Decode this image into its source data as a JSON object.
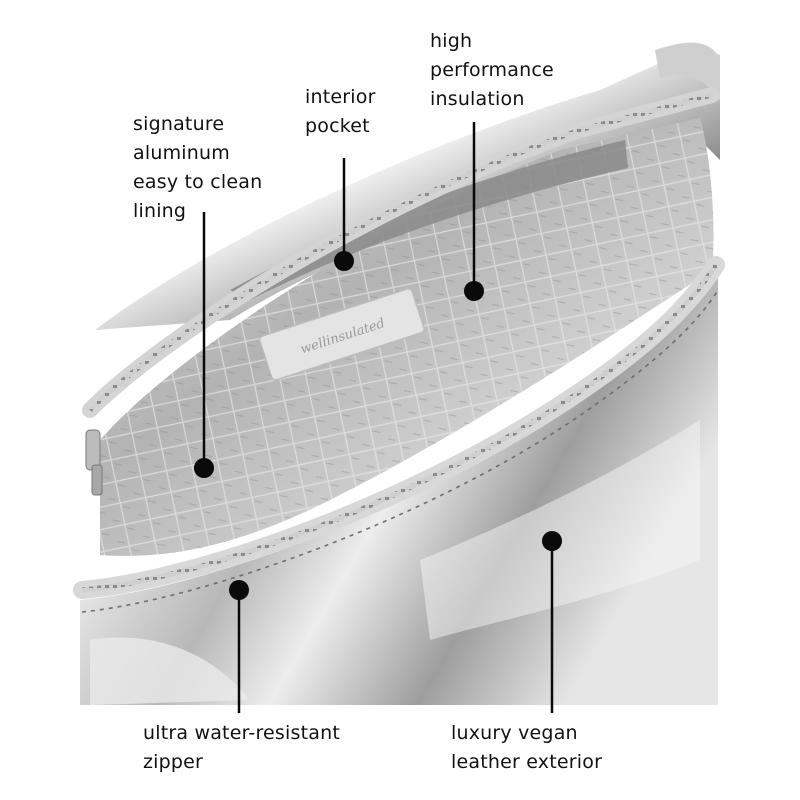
{
  "colors": {
    "silver_light": "#f2f2f2",
    "silver_mid": "#bdbdbd",
    "silver_dark": "#6e6e6e",
    "lining": "#c9c9c9",
    "pocket": "#8a8a8a",
    "zipper_tape": "#d6d6d6",
    "label_text": "#111111",
    "marker": "#0a0a0a"
  },
  "patch_brand": "wellinsulated",
  "callouts": {
    "interior_pocket": {
      "lines": [
        "interior",
        "pocket"
      ]
    },
    "insulation": {
      "lines": [
        "high",
        "performance",
        "insulation"
      ]
    },
    "lining": {
      "lines": [
        "signature",
        "aluminum",
        "easy to clean",
        "lining"
      ]
    },
    "zipper": {
      "lines": [
        "ultra water-resistant",
        "zipper"
      ]
    },
    "exterior": {
      "lines": [
        "luxury vegan",
        "leather exterior"
      ]
    }
  }
}
